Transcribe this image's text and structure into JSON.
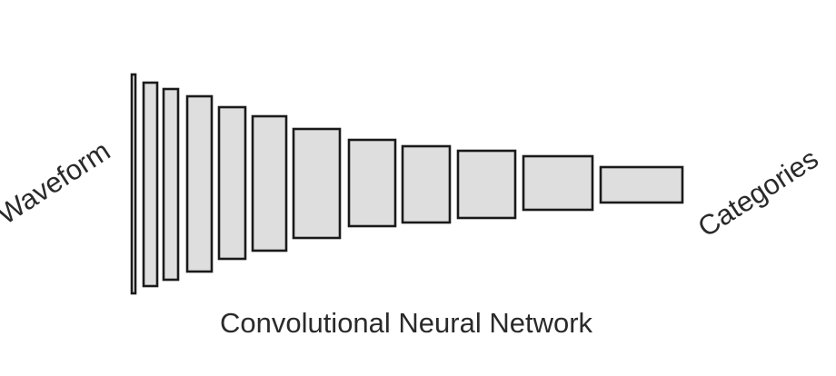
{
  "labels": {
    "input": "Waveform",
    "output": "Categories",
    "caption": "Convolutional Neural Network"
  },
  "colors": {
    "layer_fill": "#dedede",
    "outline": "#1a1a1a",
    "text": "#2a2a2a"
  }
}
